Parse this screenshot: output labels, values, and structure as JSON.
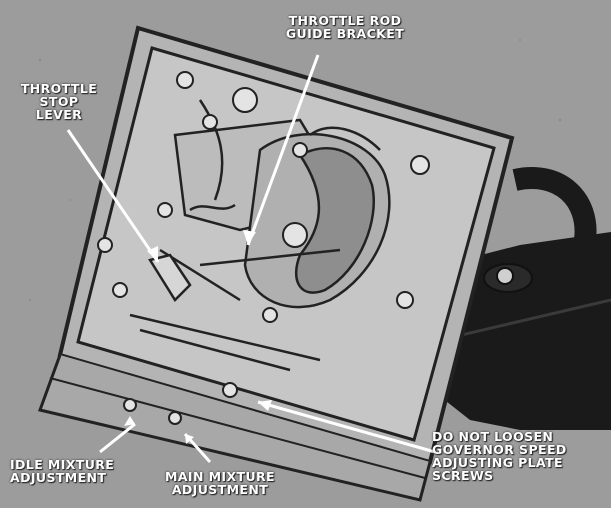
{
  "labels": {
    "throttle_rod_guide_bracket": [
      "THROTTLE ROD",
      "GUIDE BRACKET"
    ],
    "throttle_stop_lever": [
      "THROTTLE",
      "STOP",
      "LEVER"
    ],
    "idle_mixture_adjustment": [
      "IDLE MIXTURE",
      "ADJUSTMENT"
    ],
    "main_mixture_adjustment": [
      "MAIN MIXTURE",
      "ADJUSTMENT"
    ],
    "governor_screws_warning": [
      "DO NOT LOOSEN",
      "GOVERNOR SPEED",
      "ADJUSTING PLATE",
      "SCREWS"
    ]
  },
  "colors": {
    "background": "#9c9c9c",
    "housing_fill": "#b4b4b4",
    "line": "#222222",
    "arm_fill": "#1a1a1a",
    "label_text": "#ffffff"
  }
}
